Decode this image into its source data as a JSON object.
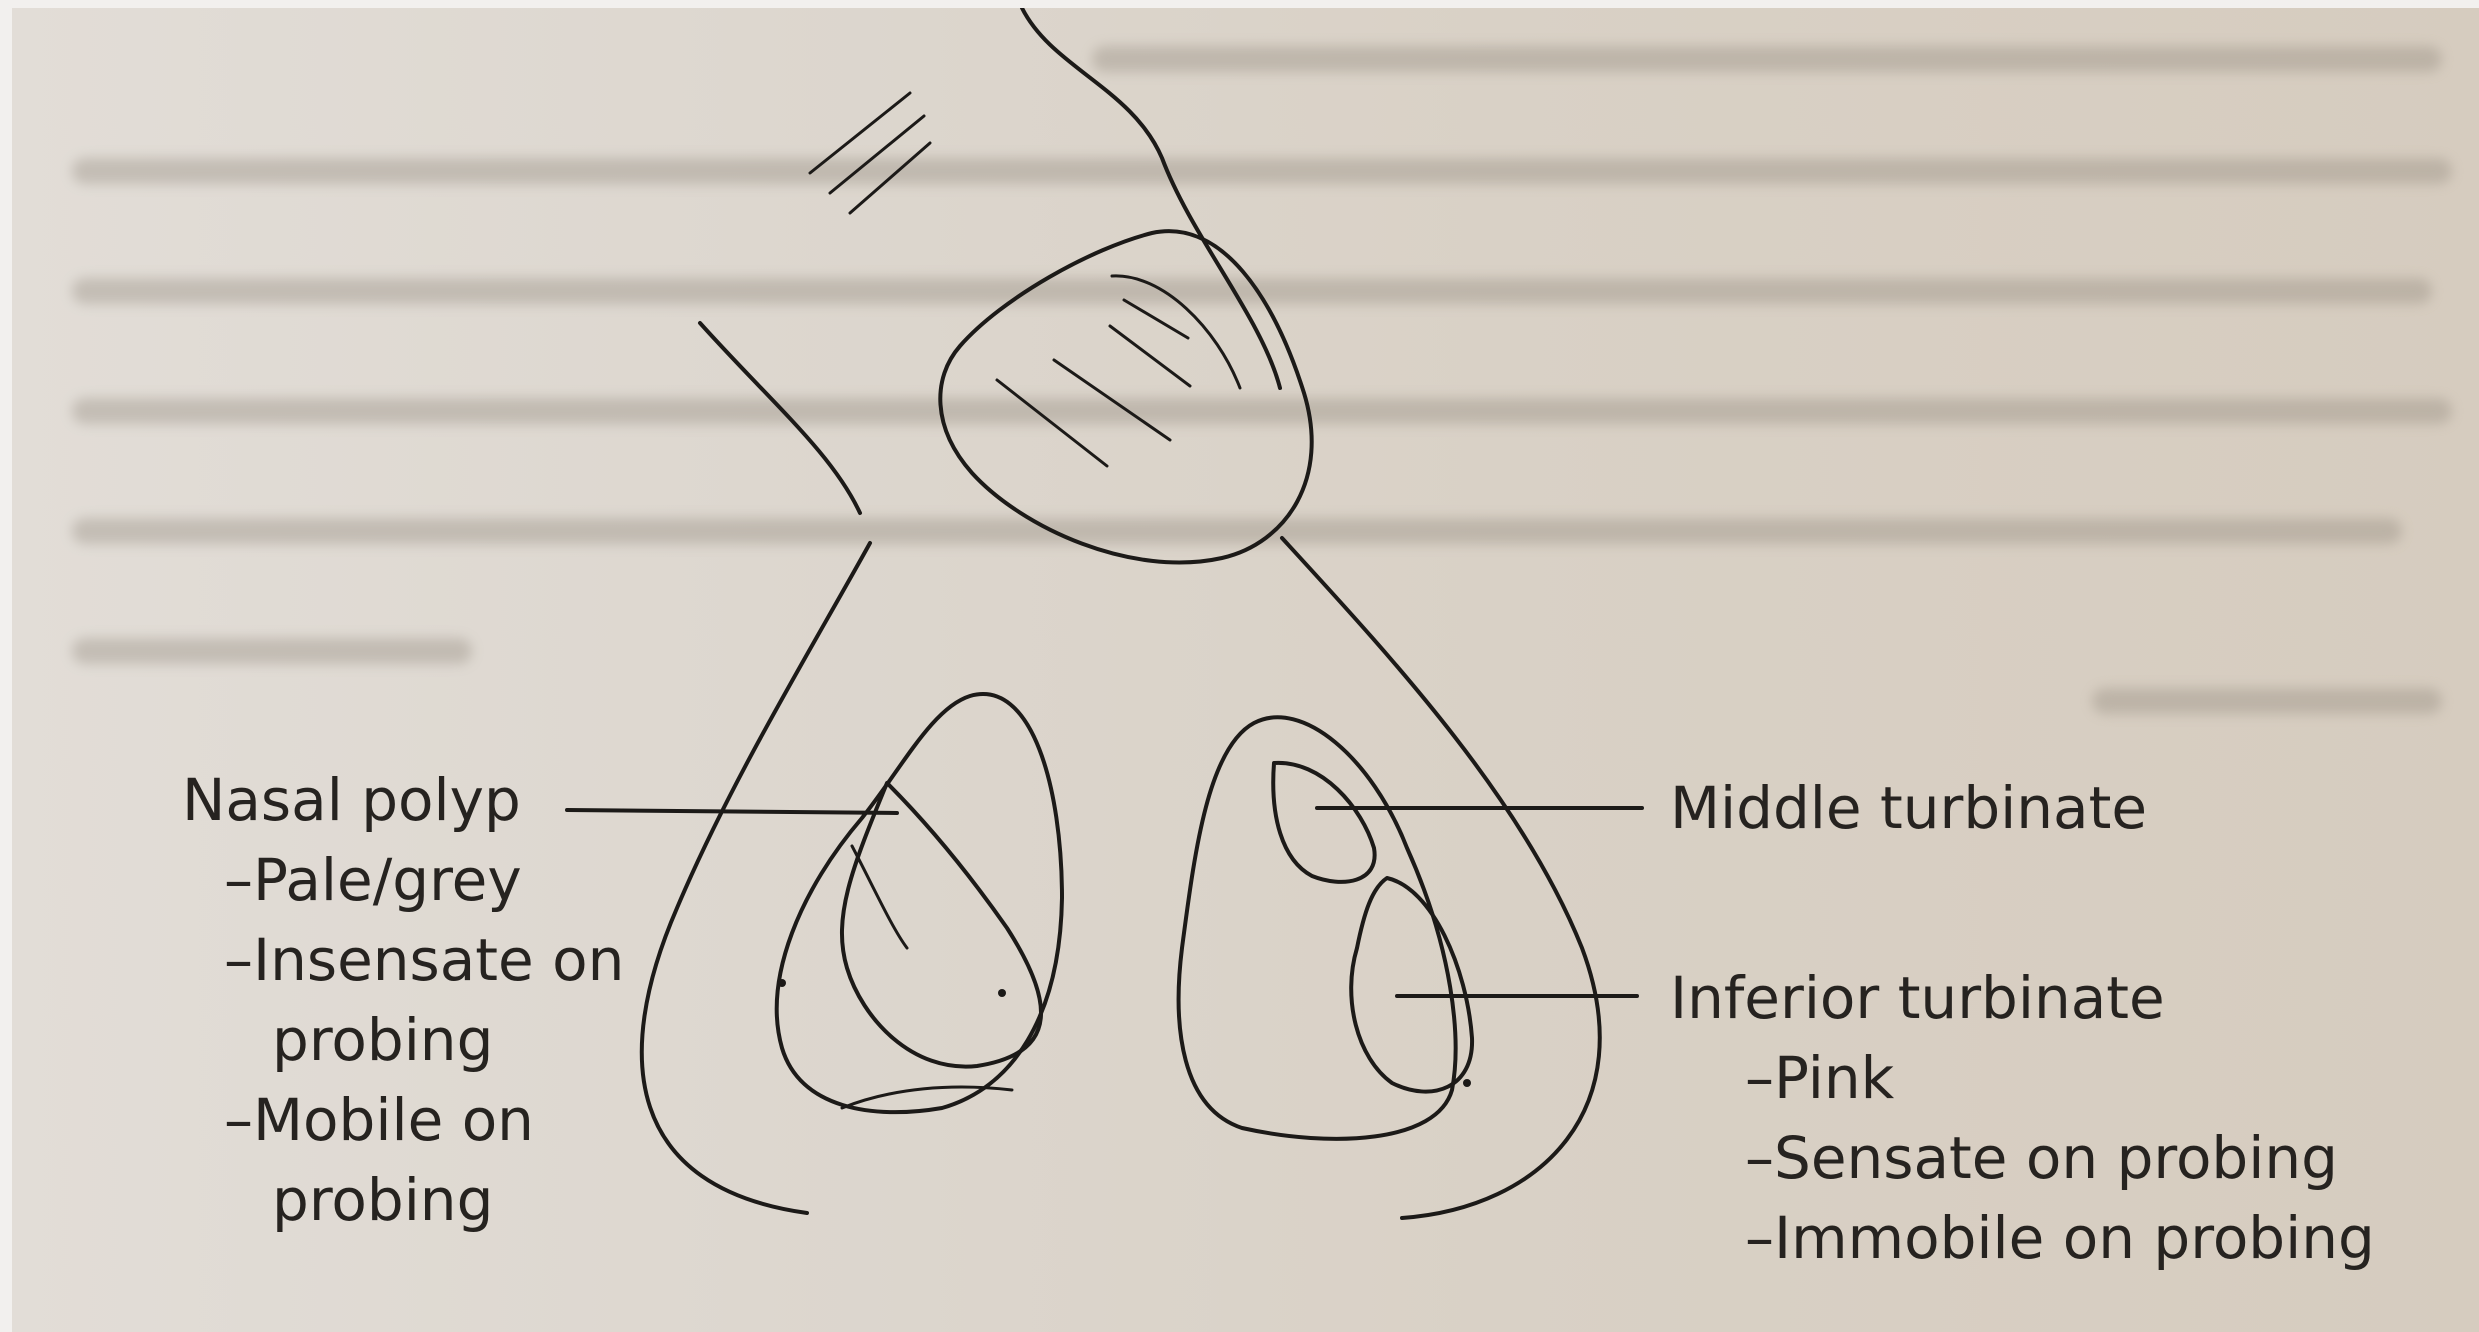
{
  "left_labels": {
    "title": "Nasal polyp",
    "lines": [
      "–Pale/grey",
      "–Insensate on",
      "probing",
      "–Mobile on",
      "probing"
    ]
  },
  "right_labels": {
    "middle": "Middle turbinate",
    "inferior_title": "Inferior turbinate",
    "inferior_lines": [
      "–Pink",
      "–Sensate on probing",
      "–Immobile on probing"
    ]
  },
  "colors": {
    "ink": "#1c1a18",
    "paper": "#ddd7cf"
  }
}
